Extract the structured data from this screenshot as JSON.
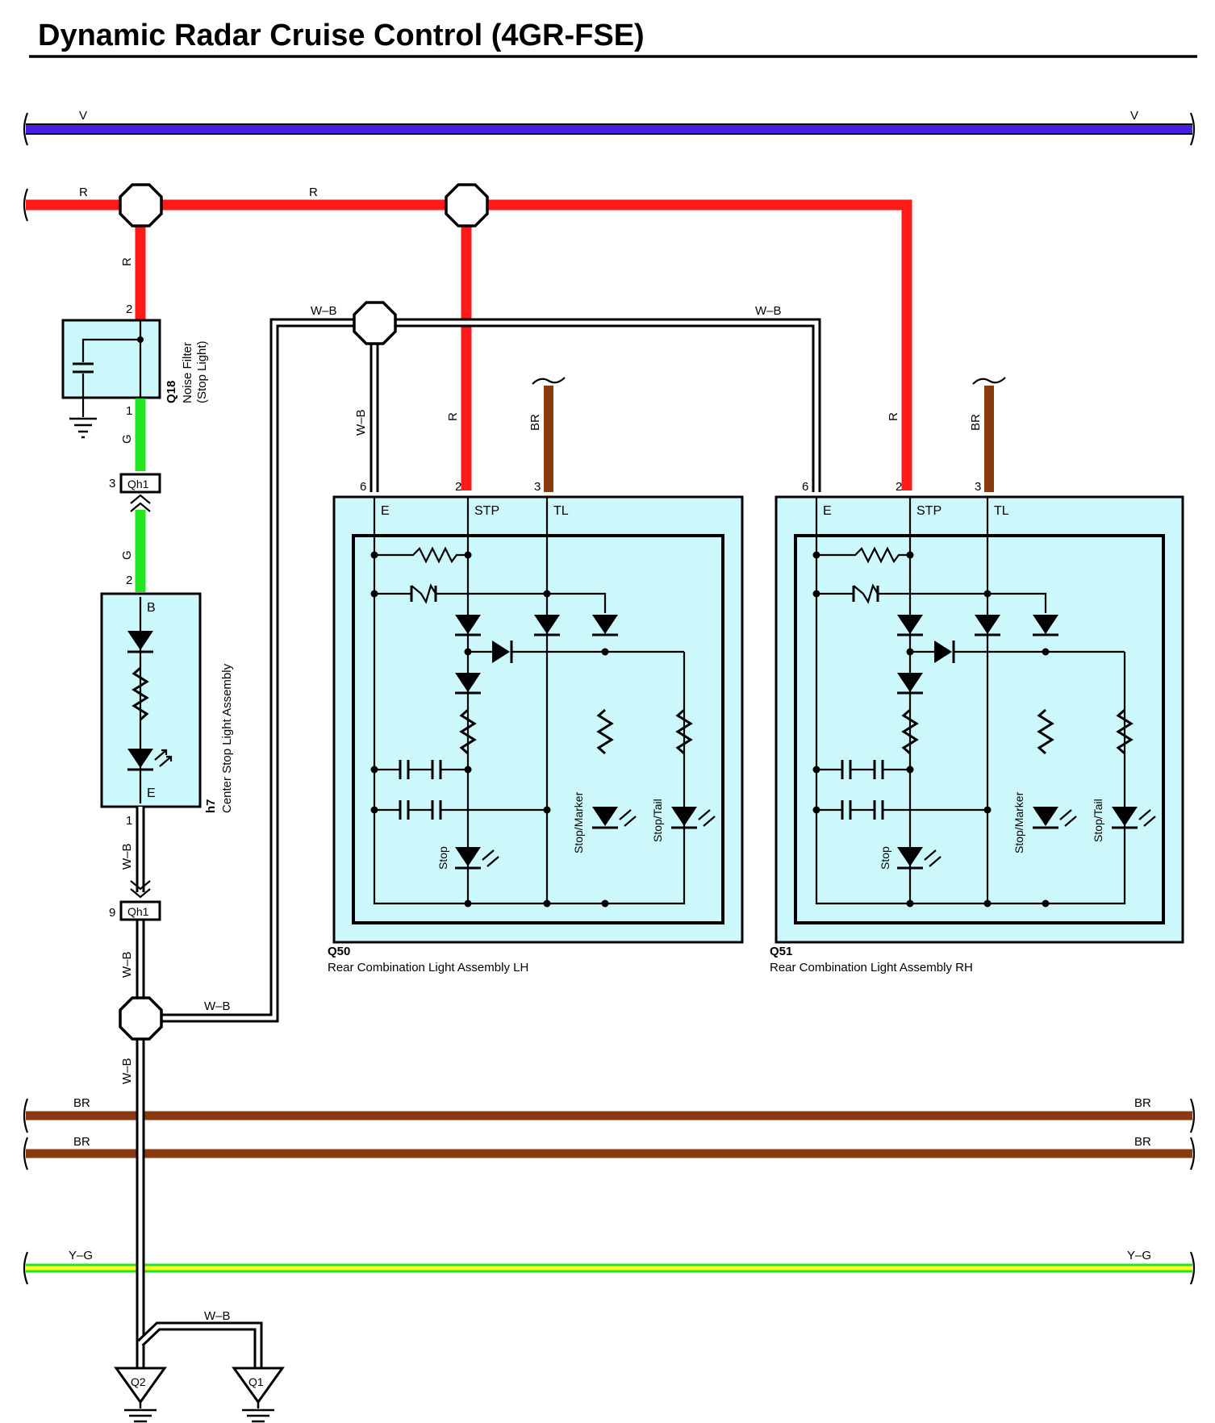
{
  "title": "Dynamic Radar Cruise Control (4GR-FSE)",
  "colors": {
    "V": "#4b1ee6",
    "R": "#ff1a1a",
    "G": "#22e622",
    "BR": "#8b3a10",
    "Y": "#ffff22",
    "W": "#ffffff",
    "B": "#000000",
    "component_fill": "#ccf7fb"
  },
  "wire_labels": {
    "v": "V",
    "r": "R",
    "g": "G",
    "br": "BR",
    "wb": "W–B",
    "yg": "Y–G"
  },
  "pins": {
    "q18_2": "2",
    "q18_1": "1",
    "qh1_3": "3",
    "qh1_9": "9",
    "h7_2": "2",
    "h7_1": "1",
    "q50_6": "6",
    "q50_2": "2",
    "q50_3": "3",
    "q51_6": "6",
    "q51_2": "2",
    "q51_3": "3"
  },
  "terminals": {
    "b": "B",
    "e": "E",
    "stp": "STP",
    "tl": "TL"
  },
  "connectors": {
    "qh1": "Qh1",
    "q1": "Q1",
    "q2": "Q2"
  },
  "components": {
    "q18": {
      "id": "Q18",
      "name": "Noise Filter",
      "sub": "(Stop Light)"
    },
    "h7": {
      "id": "h7",
      "name": "Center Stop Light Assembly"
    },
    "q50": {
      "id": "Q50",
      "name": "Rear Combination Light Assembly LH"
    },
    "q51": {
      "id": "Q51",
      "name": "Rear Combination Light Assembly RH"
    }
  },
  "bulb_labels": {
    "stop": "Stop",
    "stop_marker": "Stop/Marker",
    "stop_tail": "Stop/Tail"
  }
}
